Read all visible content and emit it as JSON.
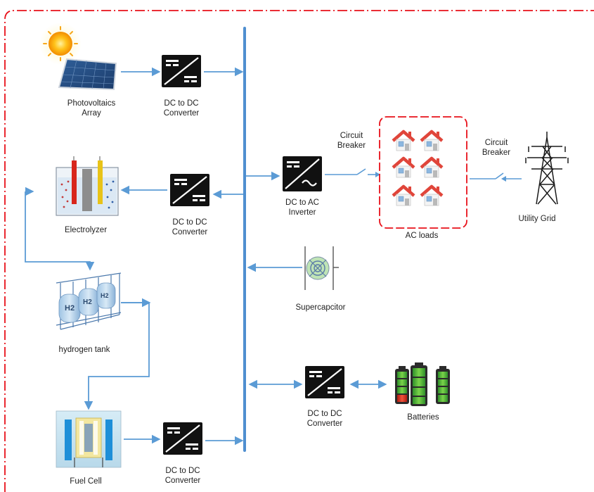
{
  "colors": {
    "boundary": "#e8111a",
    "bus": "#4f8fd0",
    "flow": "#5b9bd5",
    "converter": "#111111",
    "house_roof": "#e0453a",
    "battery_green": "#3faa37",
    "battery_red": "#d82a1e",
    "sun": "#f7a81b"
  },
  "nodes": {
    "pv": {
      "label_1": "Photovoltaics",
      "label_2": "Array",
      "icon": "solar-panel-icon"
    },
    "dcdc_pv": {
      "label_1": "DC to DC",
      "label_2": "Converter",
      "icon": "dc-dc-converter-icon"
    },
    "electrolyzer": {
      "label": "Electrolyzer",
      "icon": "electrolyzer-icon"
    },
    "dcdc_elec": {
      "label_1": "DC to DC",
      "label_2": "Converter",
      "icon": "dc-dc-converter-icon"
    },
    "hydrogen_tank": {
      "label": "hydrogen tank",
      "icon": "hydrogen-tank-icon"
    },
    "fuel_cell": {
      "label": "Fuel Cell",
      "icon": "fuel-cell-icon"
    },
    "dcdc_fc": {
      "label_1": "DC to DC",
      "label_2": "Converter",
      "icon": "dc-dc-converter-icon"
    },
    "inverter": {
      "label_1": "DC to AC",
      "label_2": "Inverter",
      "icon": "dc-ac-inverter-icon"
    },
    "breaker_load": {
      "label_1": "Circuit",
      "label_2": "Breaker",
      "icon": "circuit-breaker-icon"
    },
    "ac_loads": {
      "label": "AC loads",
      "icon": "house-icon"
    },
    "breaker_grid": {
      "label_1": "Circuit",
      "label_2": "Breaker",
      "icon": "circuit-breaker-icon"
    },
    "grid": {
      "label": "Utility Grid",
      "icon": "transmission-tower-icon"
    },
    "supercap": {
      "label": "Supercapcitor",
      "icon": "supercapacitor-icon"
    },
    "dcdc_batt": {
      "label_1": "DC to DC",
      "label_2": "Converter",
      "icon": "dc-dc-converter-icon"
    },
    "batteries": {
      "label": "Batteries",
      "icon": "battery-icon"
    }
  },
  "tank_labels": [
    "H2",
    "H2",
    "H2"
  ]
}
